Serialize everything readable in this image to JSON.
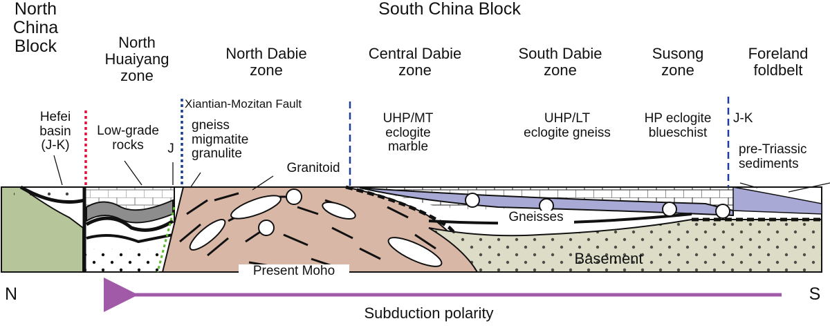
{
  "header": {
    "north_block": "North\nChina\nBlock",
    "south_block": "South China Block"
  },
  "zones": [
    {
      "id": "north-huaiyang",
      "label": "North\nHuaiyang\nzone"
    },
    {
      "id": "north-dabie",
      "label": "North Dabie\nzone"
    },
    {
      "id": "central-dabie",
      "label": "Central Dabie\nzone"
    },
    {
      "id": "south-dabie",
      "label": "South Dabie\nzone"
    },
    {
      "id": "susong",
      "label": "Susong\nzone"
    },
    {
      "id": "foreland",
      "label": "Foreland\nfoldbelt"
    }
  ],
  "annotations": {
    "hefei_basin": "Hefei\nbasin\n(J-K)",
    "low_grade": "Low-grade\nrocks",
    "j_left": "J",
    "fault": "Xiantian-Mozitan Fault",
    "gneiss": "gneiss\nmigmatite\ngranulite",
    "granitoid": "Granitoid",
    "uhp_mt": "UHP/MT\neclogite\nmarble",
    "uhp_lt": "UHP/LT\neclogite gneiss",
    "hp": "HP eclogite\nblueschist",
    "jk_right": "J-K",
    "pre_triassic": "pre-Triassic\nsediments",
    "gneisses": "Gneisses",
    "basement": "Basement",
    "moho": "Present Moho"
  },
  "compass": {
    "north": "N",
    "south": "S"
  },
  "arrow": {
    "label": "Subduction polarity",
    "color": "#a05aa8"
  },
  "colors": {
    "hefei_fill": "#b7c59b",
    "granitoid_fill": "#d8b7a6",
    "uhp_fill": "#a9a9d6",
    "basement_fill": "#dcdcc7",
    "suture_red": "#e0103a",
    "fault_blue": "#1c3c9c",
    "fault_green": "#5cba2e"
  }
}
